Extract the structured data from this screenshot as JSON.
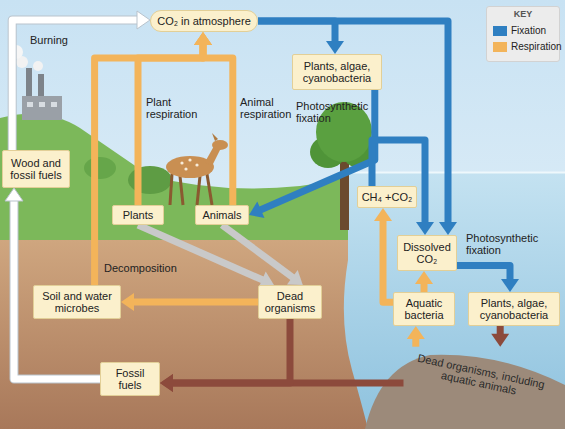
{
  "diagram": {
    "nodes": [
      {
        "text": [
          "CO₂ in atmosphere"
        ]
      },
      {
        "text": [
          "Plants, algae, cyanobacteria"
        ]
      },
      {
        "text": [
          "Wood and fossil fuels"
        ]
      },
      {
        "text": [
          "Plants"
        ]
      },
      {
        "text": [
          "Animals"
        ]
      },
      {
        "text": [
          "CH₄ +CO₂"
        ]
      },
      {
        "text": [
          "Dissolved CO₂"
        ]
      },
      {
        "text": [
          "Soil and water microbes"
        ]
      },
      {
        "text": [
          "Dead organisms"
        ]
      },
      {
        "text": [
          "Aquatic bacteria"
        ]
      },
      {
        "text": [
          "Plants, algae, cyanobacteria"
        ]
      },
      {
        "text": [
          "Fossil fuels"
        ]
      },
      {
        "text": [
          "Dead organisms, including aquatic animals"
        ]
      }
    ],
    "edges": [
      {
        "from": 0,
        "to": 1,
        "arrow": "to"
      },
      {
        "from": 1,
        "to": 4,
        "label": "Photosynthetic fixation",
        "arrow": "to"
      },
      {
        "from": 0,
        "to": 6,
        "arrow": "to"
      },
      {
        "from": 5,
        "to": 6,
        "arrow": "to"
      },
      {
        "from": 9,
        "to": 5,
        "arrow": "to"
      },
      {
        "from": 9,
        "to": 6,
        "arrow": "to"
      },
      {
        "from": 6,
        "to": 10,
        "label": "Photosynthetic fixation",
        "arrow": "to"
      },
      {
        "from": 10,
        "to": 12,
        "arrow": "to"
      },
      {
        "from": 12,
        "to": 9,
        "arrow": "to"
      },
      {
        "from": 12,
        "to": 11,
        "arrow": "to"
      },
      {
        "from": 8,
        "to": 11,
        "arrow": "to"
      },
      {
        "from": 3,
        "to": 8,
        "arrow": "to"
      },
      {
        "from": 4,
        "to": 8,
        "arrow": "to"
      },
      {
        "from": 8,
        "to": 7,
        "arrow": "to"
      },
      {
        "from": 7,
        "to": 0,
        "label": "Decomposition",
        "arrow": "to"
      },
      {
        "from": 3,
        "to": 0,
        "label": "Plant respiration",
        "arrow": "to"
      },
      {
        "from": 4,
        "to": 0,
        "label": "Animal respiration",
        "arrow": "to"
      },
      {
        "from": 2,
        "to": 0,
        "label": "Burning",
        "arrow": "to"
      },
      {
        "from": 11,
        "to": 2,
        "arrow": "to"
      }
    ],
    "labels": [
      "KEY"
    ],
    "legend": [
      {
        "text": "Fixation",
        "color": "#2f7fc1"
      },
      {
        "text": "Respiration",
        "color": "#f3b45a"
      }
    ]
  }
}
